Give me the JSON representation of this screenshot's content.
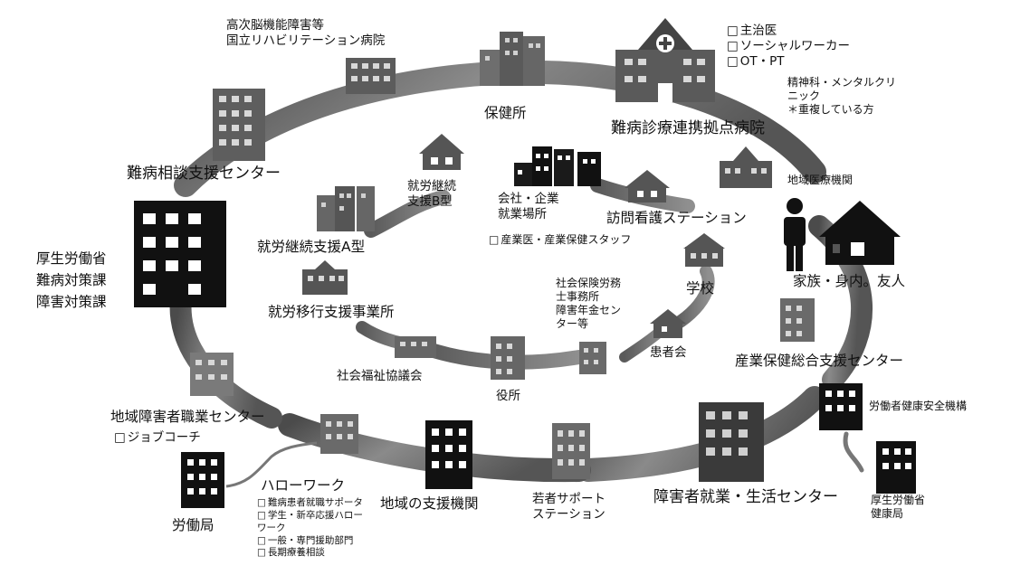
{
  "labels": {
    "rehab_hospital": "高次脳機能障害等\n国立リハビリテーション病院",
    "hokenjo": "保健所",
    "nanbyo_hospital": "難病診療連携拠点病院",
    "hospital_roles": [
      "主治医",
      "ソーシャルワーカー",
      "OT・PT"
    ],
    "psychiatry": "精神科・メンタルクリ\nニック\n＊重複している方",
    "support_center": "難病相談支援センター",
    "local_medical": "地域医療機関",
    "ministry": "厚生労働省\n難病対策課\n障害対策課",
    "type_b": "就労継続\n支援B型",
    "company": "会社・企業\n就業場所",
    "company_staff": "産業医・産業保健スタッフ",
    "visiting_nurse": "訪問看護ステーション",
    "type_a": "就労継続支援A型",
    "family": "家族・身内。友人",
    "school": "学校",
    "transition": "就労移行支援事業所",
    "sharoushi": "社会保険労務\n士事務所\n障害年金セン\nター等",
    "patient_group": "患者会",
    "social_welfare": "社会福祉協議会",
    "yakusho": "役所",
    "occupational_health_center": "産業保健総合支援センター",
    "vocational_center": "地域障害者職業センター",
    "job_coach": "ジョブコーチ",
    "jlsh": "労働者健康安全機構",
    "hellowork": "ハローワーク",
    "hellowork_items": [
      "難病患者就職サポータ",
      "学生・新卒応援ハロー\nワーク",
      "一般・専門援助部門",
      "長期療養相談"
    ],
    "labor_bureau": "労働局",
    "regional_support": "地域の支援機関",
    "youth_station": "若者サポート\nステーション",
    "employment_center": "障害者就業・生活センター",
    "health_bureau": "厚生労働省\n健康局"
  }
}
